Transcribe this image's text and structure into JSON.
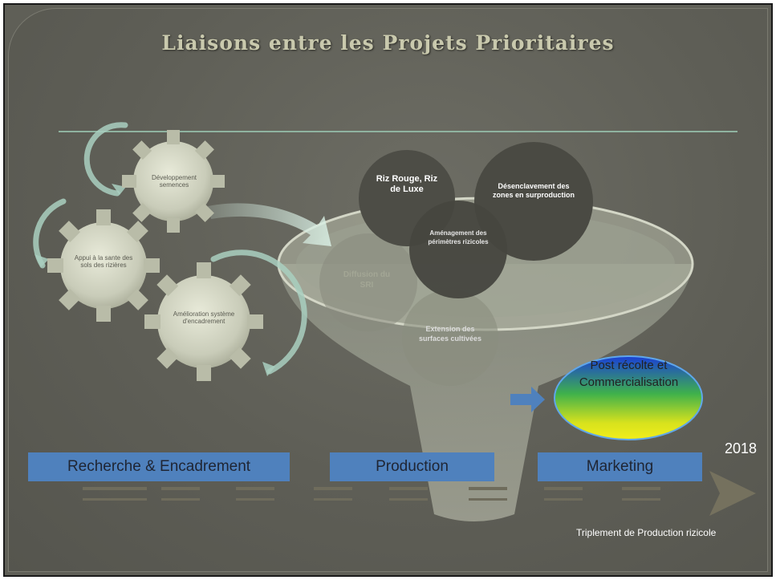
{
  "slide": {
    "title": "Liaisons entre les Projets Prioritaires"
  },
  "gears": [
    {
      "label": "Développement semences"
    },
    {
      "label": "Appui à la sante des sols des rizières"
    },
    {
      "label": "Amélioration système d'encadrement"
    }
  ],
  "funnel_circles": [
    {
      "label": "Riz Rouge, Riz de Luxe"
    },
    {
      "label": "Désenclavement des zones en surproduction"
    },
    {
      "label": "Aménagement des périmètres rizicoles"
    },
    {
      "label": "Diffusion du SRI"
    },
    {
      "label": "Extension des surfaces cultivées"
    }
  ],
  "output": {
    "label_line1": "Post récolte et",
    "label_line2": "Commercialisation"
  },
  "stages": [
    {
      "label": "Recherche & Encadrement"
    },
    {
      "label": "Production"
    },
    {
      "label": "Marketing"
    }
  ],
  "timeline": {
    "year": "2018",
    "caption": "Triplement de Production rizicole"
  },
  "colors": {
    "background": "#5e5e56",
    "title": "#c9c9ad",
    "stage_box": "#4f81bd",
    "egg_top": "#1a3fd6",
    "egg_mid": "#3fb14b",
    "egg_bottom": "#f2ee1a"
  }
}
